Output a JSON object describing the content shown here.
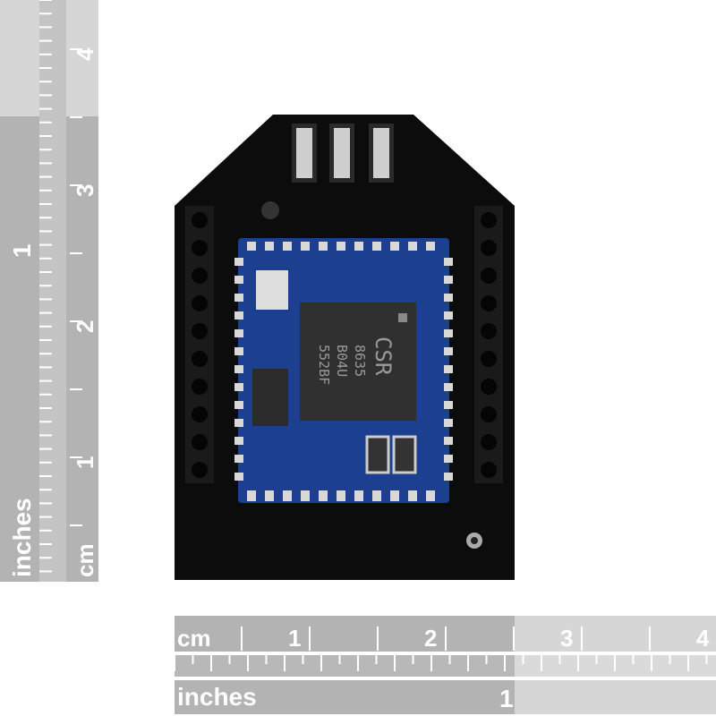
{
  "left_ruler": {
    "inches_label": "inches",
    "inches_ticks": [
      "1"
    ],
    "cm_label": "cm",
    "cm_ticks": [
      "4",
      "3",
      "2",
      "1"
    ]
  },
  "bottom_ruler": {
    "cm_label": "cm",
    "cm_ticks": [
      "1",
      "2",
      "3",
      "4"
    ],
    "inches_label": "inches",
    "inches_ticks": [
      "1"
    ]
  },
  "chip": {
    "brand": "CSR",
    "line1": "8635",
    "line2": "B04U",
    "line3": "552BF"
  },
  "colors": {
    "board": "#0c0c0c",
    "module": "#1d3f8f",
    "ruler_dark": "#b3b3b3",
    "ruler_light": "#d6d6d6"
  }
}
